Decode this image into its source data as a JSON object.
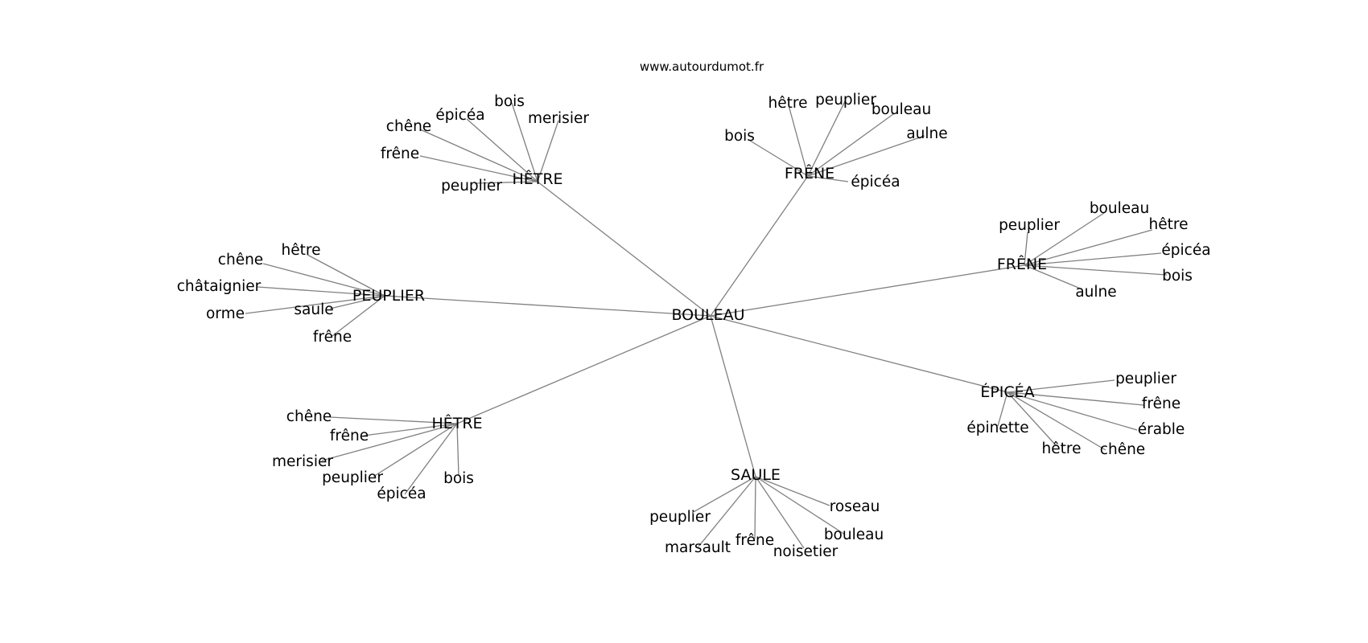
{
  "header": {
    "site": "www.autourdumot.fr"
  },
  "graph": {
    "center": "BOULEAU",
    "hubs": [
      {
        "label": "HÊTRE",
        "leaves": [
          "bois",
          "merisier",
          "épicéa",
          "chêne",
          "frêne",
          "peuplier"
        ]
      },
      {
        "label": "FRÊNE",
        "leaves": [
          "hêtre",
          "peuplier",
          "bouleau",
          "aulne",
          "bois",
          "épicéa"
        ]
      },
      {
        "label": "FRÊNE",
        "leaves": [
          "bouleau",
          "peuplier",
          "hêtre",
          "épicéa",
          "bois",
          "aulne"
        ]
      },
      {
        "label": "PEUPLIER",
        "leaves": [
          "hêtre",
          "chêne",
          "châtaignier",
          "orme",
          "saule",
          "frêne"
        ]
      },
      {
        "label": "ÉPICÉA",
        "leaves": [
          "peuplier",
          "frêne",
          "érable",
          "chêne",
          "hêtre",
          "épinette"
        ]
      },
      {
        "label": "HÊTRE",
        "leaves": [
          "chêne",
          "frêne",
          "merisier",
          "peuplier",
          "épicéa",
          "bois"
        ]
      },
      {
        "label": "SAULE",
        "leaves": [
          "roseau",
          "bouleau",
          "noisetier",
          "frêne",
          "marsault",
          "peuplier"
        ]
      }
    ]
  }
}
